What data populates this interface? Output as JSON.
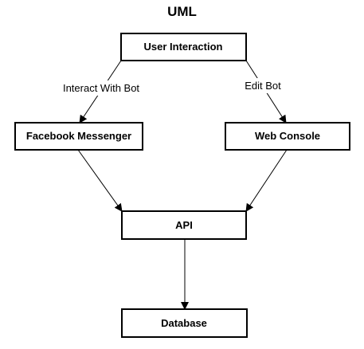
{
  "title": "UML",
  "nodes": {
    "user_interaction": "User Interaction",
    "facebook_messenger": "Facebook Messenger",
    "web_console": "Web Console",
    "api": "API",
    "database": "Database"
  },
  "edges": {
    "interact_with_bot": "Interact With Bot",
    "edit_bot": "Edit Bot"
  }
}
